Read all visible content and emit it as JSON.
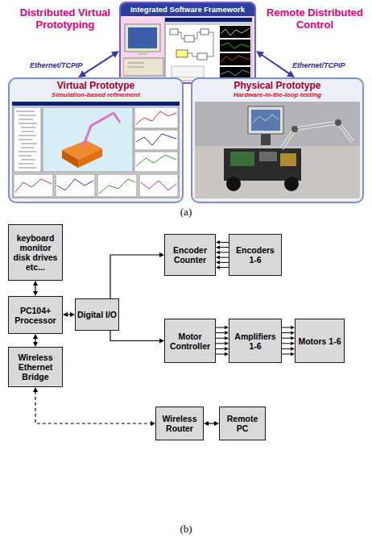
{
  "diagram": {
    "nodes": [
      {
        "text": [
          "Integrated Software Framework"
        ]
      },
      {
        "text": [
          "Virtual Prototype",
          "Simulation-based refinement"
        ]
      },
      {
        "text": [
          "Physical Prototype",
          "Hardware-in-the-loop testing"
        ]
      },
      {
        "text": [
          "keyboard monitor disk drives etc..."
        ]
      },
      {
        "text": [
          "Encoder Counter"
        ]
      },
      {
        "text": [
          "Encoders 1-6"
        ]
      },
      {
        "text": [
          "PC104+ Processor"
        ]
      },
      {
        "text": [
          "Digital I/O"
        ]
      },
      {
        "text": [
          "Motor Controller"
        ]
      },
      {
        "text": [
          "Amplifiers 1-6"
        ]
      },
      {
        "text": [
          "Motors 1-6"
        ]
      },
      {
        "text": [
          "Wireless Ethernet Bridge"
        ]
      },
      {
        "text": [
          "Wireless Router"
        ]
      },
      {
        "text": [
          "Remote PC"
        ]
      }
    ],
    "edges": [
      {
        "from": 0,
        "to": 1,
        "arrow": "both",
        "label": "Ethernet/TCPIP"
      },
      {
        "from": 0,
        "to": 2,
        "arrow": "both",
        "label": "Ethernet/TCPIP"
      },
      {
        "from": 3,
        "to": 6,
        "arrow": "both"
      },
      {
        "from": 6,
        "to": 7,
        "arrow": "both"
      },
      {
        "from": 6,
        "to": 11,
        "arrow": "both"
      },
      {
        "from": 7,
        "to": 4,
        "arrow": "to"
      },
      {
        "from": 5,
        "to": 4,
        "arrow": "to"
      },
      {
        "from": 7,
        "to": 8,
        "arrow": "to"
      },
      {
        "from": 8,
        "to": 9,
        "arrow": "to"
      },
      {
        "from": 9,
        "to": 10,
        "arrow": "to"
      },
      {
        "from": 11,
        "to": 12,
        "arrow": "both"
      },
      {
        "from": 12,
        "to": 13,
        "arrow": "both"
      }
    ],
    "labels": [
      "Distributed Virtual Prototyping",
      "Remote Distributed Control",
      "(a)",
      "(b)"
    ]
  }
}
